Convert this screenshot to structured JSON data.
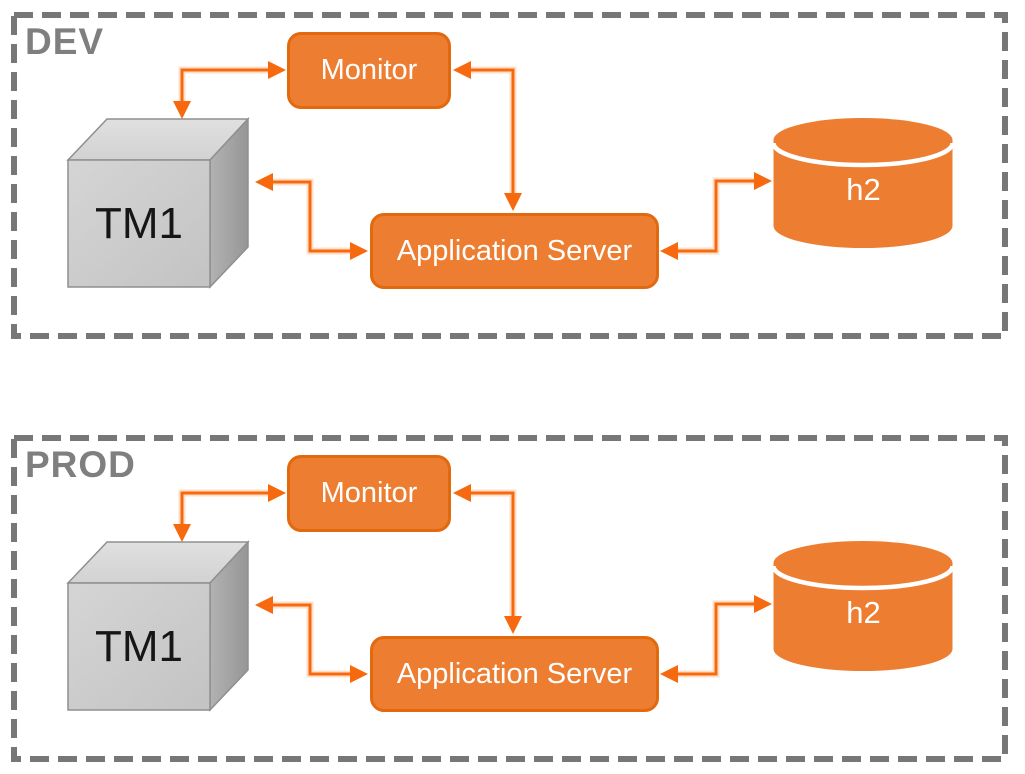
{
  "diagram": {
    "type": "architecture-diagram",
    "environments_count": 2
  },
  "colors": {
    "node_fill": "#ED7D31",
    "node_border": "#E2690D",
    "connector_orange": "#F7690F",
    "connector_halo": "#FFC49A",
    "frame_gray": "#777777",
    "env_label_gray": "#7F7F7F",
    "cube_front_gray": "#CDCDCD",
    "cube_top_gray": "#DCDCDC",
    "cube_side_gray": "#A3A3A3",
    "node_text": "#FFFFFF",
    "cube_text": "#161616"
  },
  "sections": [
    {
      "label": "DEV",
      "nodes": {
        "cube": "TM1",
        "monitor": "Monitor",
        "app_server": "Application Server",
        "database": "h2"
      }
    },
    {
      "label": "PROD",
      "nodes": {
        "cube": "TM1",
        "monitor": "Monitor",
        "app_server": "Application Server",
        "database": "h2"
      }
    }
  ],
  "connections": [
    {
      "from": "TM1",
      "to": "Monitor",
      "bidirectional": true
    },
    {
      "from": "Monitor",
      "to": "Application Server",
      "bidirectional": true
    },
    {
      "from": "TM1",
      "to": "Application Server",
      "bidirectional": true
    },
    {
      "from": "Application Server",
      "to": "h2",
      "bidirectional": true
    }
  ]
}
